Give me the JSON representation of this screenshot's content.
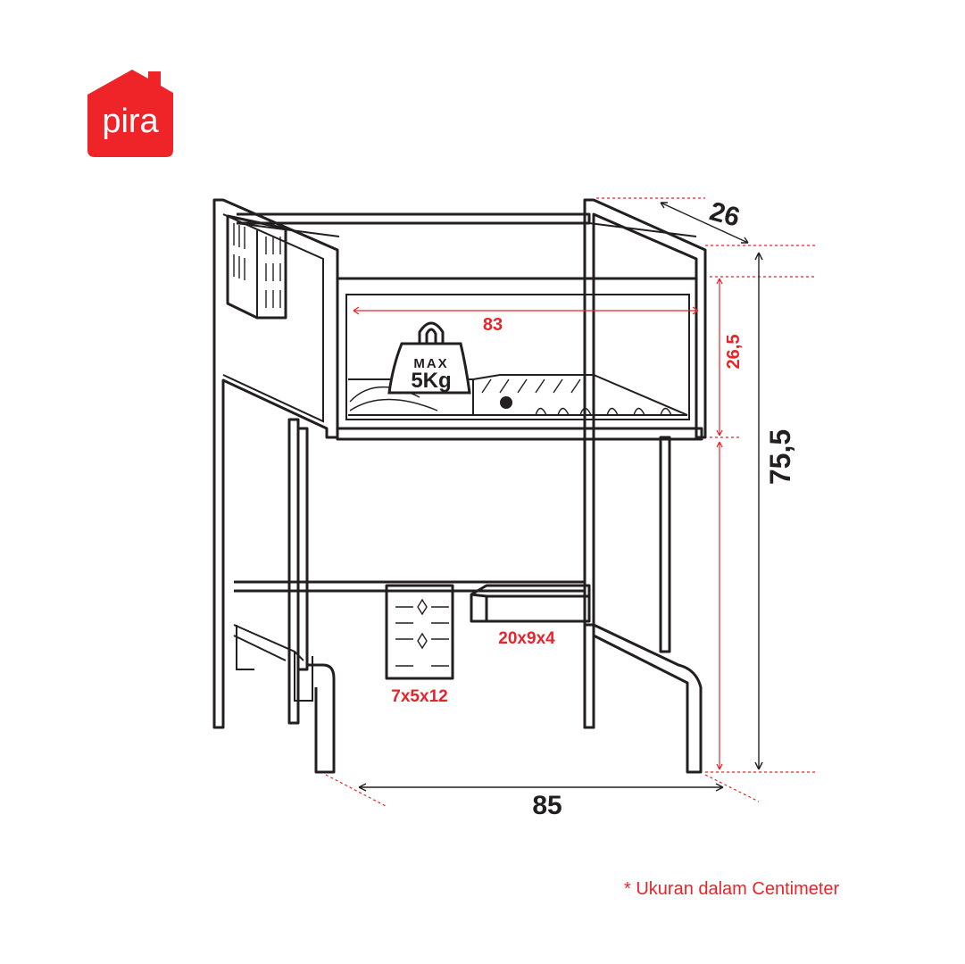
{
  "brand": {
    "logo_text": "pira",
    "color": "#ee2428"
  },
  "dimensions": {
    "depth": "26",
    "inner_width": "83",
    "upper_height": "26,5",
    "total_height": "75,5",
    "total_width": "85",
    "small_box": "7x5x12",
    "side_box": "20x9x4"
  },
  "weight_badge": {
    "line1": "MAX",
    "line2": "5Kg"
  },
  "note": "* Ukuran dalam Centimeter",
  "colors": {
    "accent": "#e8242b",
    "line": "#231f20"
  }
}
